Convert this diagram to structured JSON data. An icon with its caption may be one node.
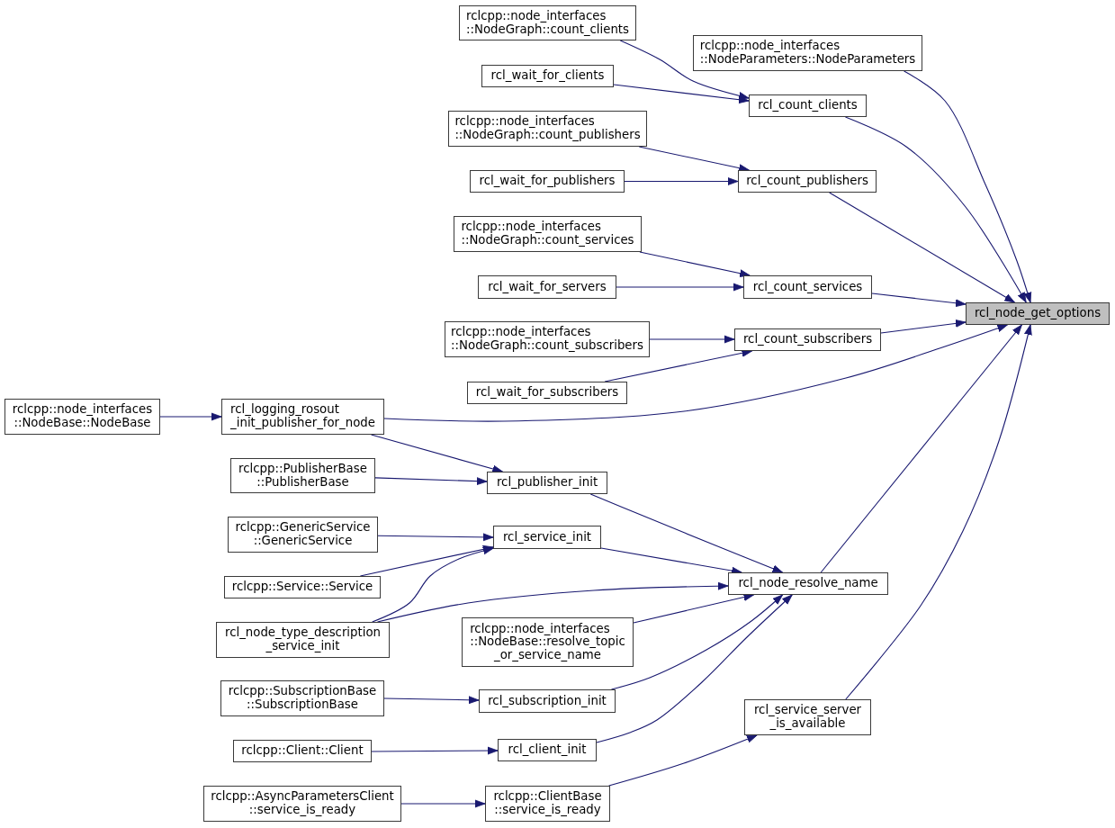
{
  "diagram": {
    "nodes": [
      {
        "text": [
          "rcl_node_get_options"
        ]
      },
      {
        "text": [
          "rclcpp::node_interfaces ::NodeParameters::NodeParameters"
        ]
      },
      {
        "text": [
          "rclcpp::node_interfaces ::NodeGraph::count_clients"
        ]
      },
      {
        "text": [
          "rcl_wait_for_clients"
        ]
      },
      {
        "text": [
          "rcl_count_clients"
        ]
      },
      {
        "text": [
          "rclcpp::node_interfaces ::NodeGraph::count_publishers"
        ]
      },
      {
        "text": [
          "rcl_wait_for_publishers"
        ]
      },
      {
        "text": [
          "rcl_count_publishers"
        ]
      },
      {
        "text": [
          "rclcpp::node_interfaces ::NodeGraph::count_services"
        ]
      },
      {
        "text": [
          "rcl_wait_for_servers"
        ]
      },
      {
        "text": [
          "rcl_count_services"
        ]
      },
      {
        "text": [
          "rclcpp::node_interfaces ::NodeGraph::count_subscribers"
        ]
      },
      {
        "text": [
          "rcl_wait_for_subscribers"
        ]
      },
      {
        "text": [
          "rcl_count_subscribers"
        ]
      },
      {
        "text": [
          "rclcpp::node_interfaces ::NodeBase::NodeBase"
        ]
      },
      {
        "text": [
          "rcl_logging_rosout _init_publisher_for_node"
        ]
      },
      {
        "text": [
          "rclcpp::PublisherBase ::PublisherBase"
        ]
      },
      {
        "text": [
          "rcl_publisher_init"
        ]
      },
      {
        "text": [
          "rclcpp::GenericService ::GenericService"
        ]
      },
      {
        "text": [
          "rcl_service_init"
        ]
      },
      {
        "text": [
          "rclcpp::Service::Service"
        ]
      },
      {
        "text": [
          "rcl_node_type_description _service_init"
        ]
      },
      {
        "text": [
          "rcl_node_resolve_name"
        ]
      },
      {
        "text": [
          "rclcpp::node_interfaces ::NodeBase::resolve_topic _or_service_name"
        ]
      },
      {
        "text": [
          "rclcpp::SubscriptionBase ::SubscriptionBase"
        ]
      },
      {
        "text": [
          "rcl_subscription_init"
        ]
      },
      {
        "text": [
          "rclcpp::Client::Client"
        ]
      },
      {
        "text": [
          "rcl_client_init"
        ]
      },
      {
        "text": [
          "rcl_service_server _is_available"
        ]
      },
      {
        "text": [
          "rclcpp::AsyncParametersClient ::service_is_ready"
        ]
      },
      {
        "text": [
          "rclcpp::ClientBase ::service_is_ready"
        ]
      }
    ],
    "edges": [
      {
        "from": 1,
        "to": 0,
        "arrow": "to"
      },
      {
        "from": 4,
        "to": 0,
        "arrow": "to"
      },
      {
        "from": 7,
        "to": 0,
        "arrow": "to"
      },
      {
        "from": 10,
        "to": 0,
        "arrow": "to"
      },
      {
        "from": 13,
        "to": 0,
        "arrow": "to"
      },
      {
        "from": 15,
        "to": 0,
        "arrow": "to"
      },
      {
        "from": 22,
        "to": 0,
        "arrow": "to"
      },
      {
        "from": 28,
        "to": 0,
        "arrow": "to"
      },
      {
        "from": 2,
        "to": 4,
        "arrow": "to"
      },
      {
        "from": 3,
        "to": 4,
        "arrow": "to"
      },
      {
        "from": 5,
        "to": 7,
        "arrow": "to"
      },
      {
        "from": 6,
        "to": 7,
        "arrow": "to"
      },
      {
        "from": 8,
        "to": 10,
        "arrow": "to"
      },
      {
        "from": 9,
        "to": 10,
        "arrow": "to"
      },
      {
        "from": 11,
        "to": 13,
        "arrow": "to"
      },
      {
        "from": 12,
        "to": 13,
        "arrow": "to"
      },
      {
        "from": 14,
        "to": 15,
        "arrow": "to"
      },
      {
        "from": 15,
        "to": 17,
        "arrow": "to"
      },
      {
        "from": 16,
        "to": 17,
        "arrow": "to"
      },
      {
        "from": 18,
        "to": 19,
        "arrow": "to"
      },
      {
        "from": 20,
        "to": 19,
        "arrow": "to"
      },
      {
        "from": 21,
        "to": 19,
        "arrow": "to"
      },
      {
        "from": 17,
        "to": 22,
        "arrow": "to"
      },
      {
        "from": 19,
        "to": 22,
        "arrow": "to"
      },
      {
        "from": 21,
        "to": 22,
        "arrow": "to"
      },
      {
        "from": 23,
        "to": 22,
        "arrow": "to"
      },
      {
        "from": 25,
        "to": 22,
        "arrow": "to"
      },
      {
        "from": 27,
        "to": 22,
        "arrow": "to"
      },
      {
        "from": 24,
        "to": 25,
        "arrow": "to"
      },
      {
        "from": 26,
        "to": 27,
        "arrow": "to"
      },
      {
        "from": 30,
        "to": 28,
        "arrow": "to"
      },
      {
        "from": 29,
        "to": 30,
        "arrow": "to"
      }
    ]
  }
}
